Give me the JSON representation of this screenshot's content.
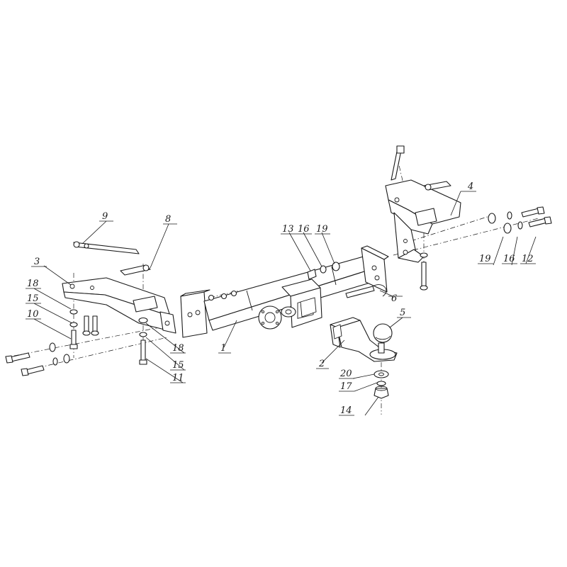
{
  "diagram": {
    "parts": [
      {
        "id": "p1",
        "label": "1"
      },
      {
        "id": "p2",
        "label": "2"
      },
      {
        "id": "p3",
        "label": "3"
      },
      {
        "id": "p4",
        "label": "4"
      },
      {
        "id": "p5",
        "label": "5"
      },
      {
        "id": "p6",
        "label": "6"
      },
      {
        "id": "p8",
        "label": "8"
      },
      {
        "id": "p9",
        "label": "9"
      },
      {
        "id": "p10",
        "label": "10"
      },
      {
        "id": "p11",
        "label": "11"
      },
      {
        "id": "p12",
        "label": "12"
      },
      {
        "id": "p13",
        "label": "13"
      },
      {
        "id": "p14",
        "label": "14"
      },
      {
        "id": "p15",
        "label": "15"
      },
      {
        "id": "p16",
        "label": "16"
      },
      {
        "id": "p17",
        "label": "17"
      },
      {
        "id": "p18",
        "label": "18"
      },
      {
        "id": "p19",
        "label": "19"
      },
      {
        "id": "p20",
        "label": "20"
      }
    ]
  }
}
